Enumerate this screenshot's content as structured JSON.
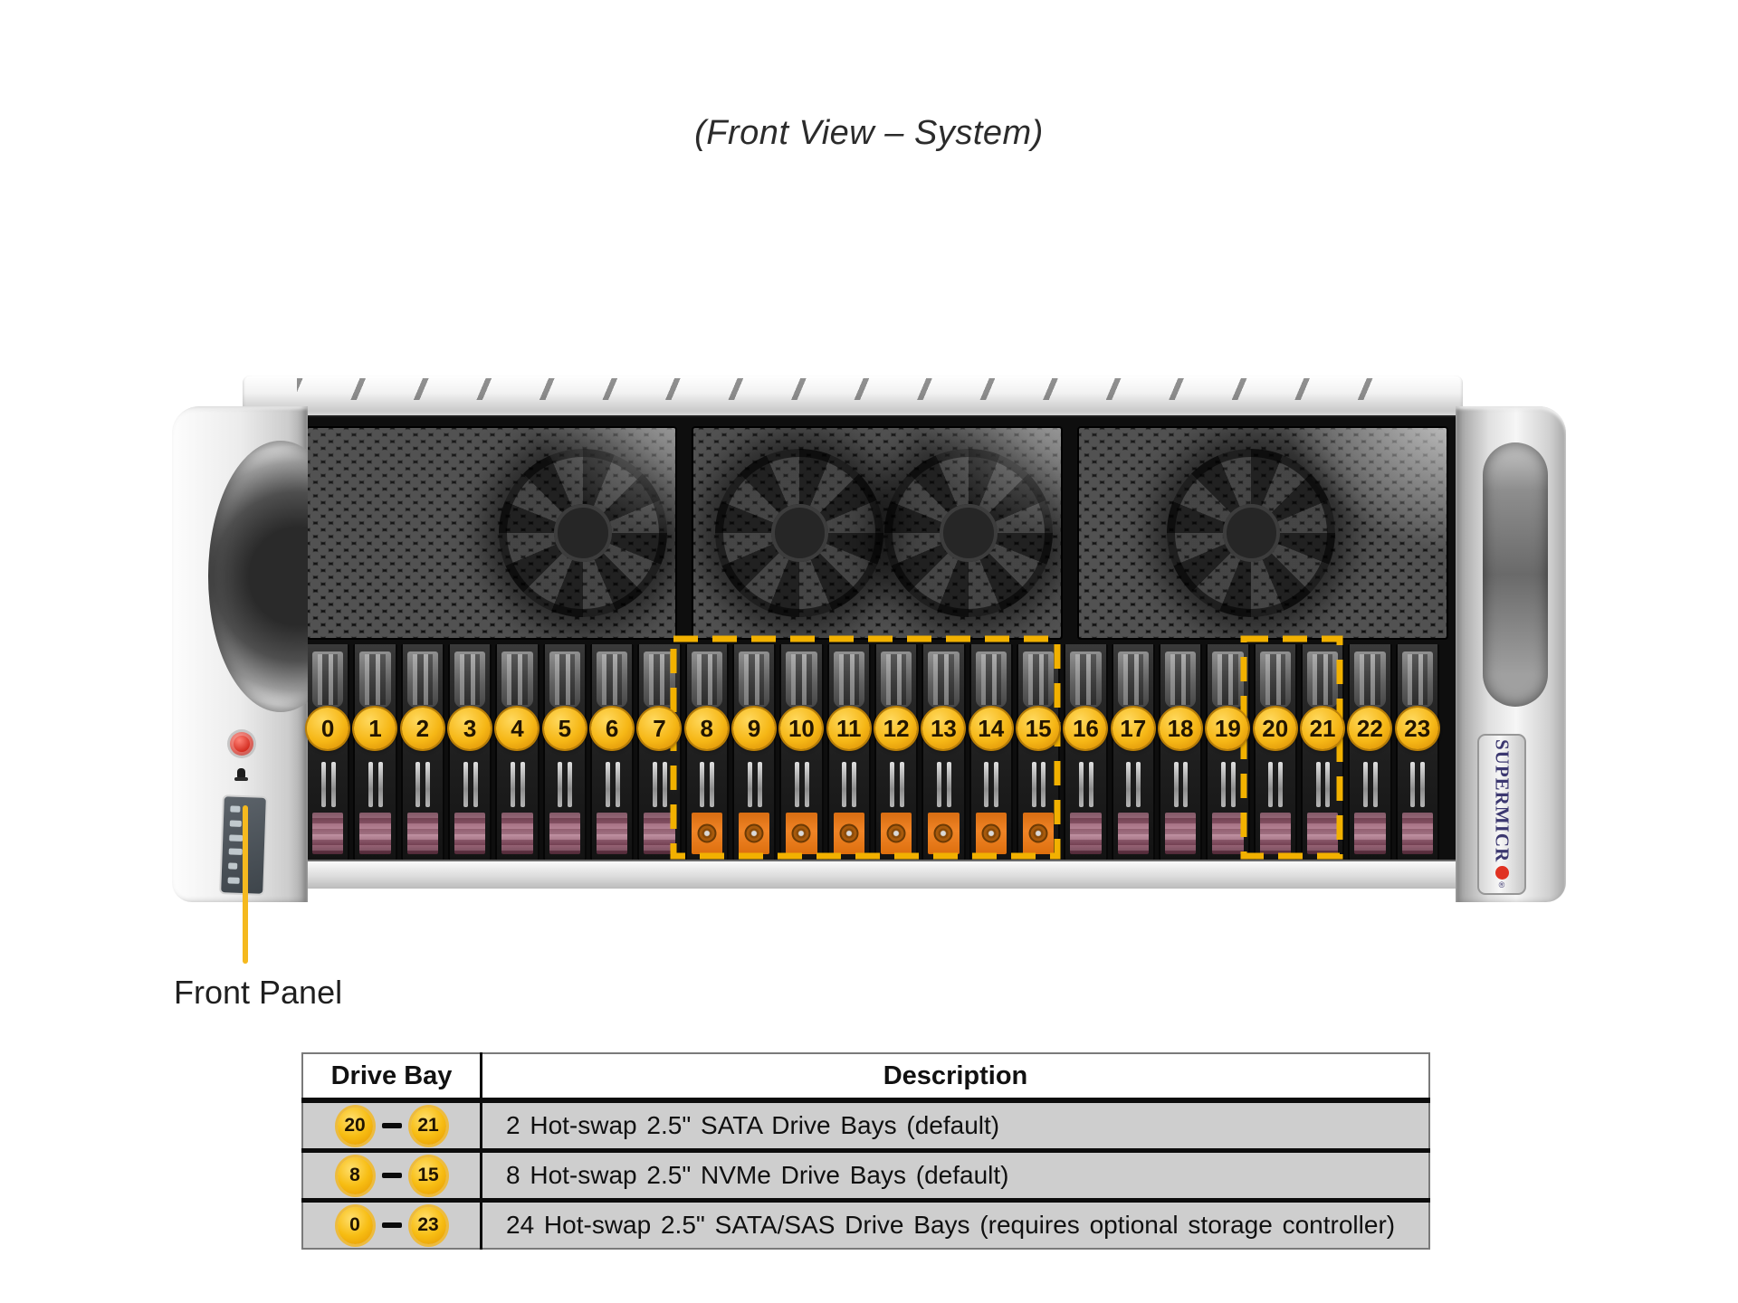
{
  "title": "(Front View – System)",
  "front_panel": {
    "label": "Front Panel"
  },
  "brand": {
    "text": "SUPERMICR",
    "registered": "®"
  },
  "server": {
    "bays": [
      {
        "num": "0",
        "type": "sata"
      },
      {
        "num": "1",
        "type": "sata"
      },
      {
        "num": "2",
        "type": "sata"
      },
      {
        "num": "3",
        "type": "sata"
      },
      {
        "num": "4",
        "type": "sata"
      },
      {
        "num": "5",
        "type": "sata"
      },
      {
        "num": "6",
        "type": "sata"
      },
      {
        "num": "7",
        "type": "sata"
      },
      {
        "num": "8",
        "type": "nvme"
      },
      {
        "num": "9",
        "type": "nvme"
      },
      {
        "num": "10",
        "type": "nvme"
      },
      {
        "num": "11",
        "type": "nvme"
      },
      {
        "num": "12",
        "type": "nvme"
      },
      {
        "num": "13",
        "type": "nvme"
      },
      {
        "num": "14",
        "type": "nvme"
      },
      {
        "num": "15",
        "type": "nvme"
      },
      {
        "num": "16",
        "type": "sata"
      },
      {
        "num": "17",
        "type": "sata"
      },
      {
        "num": "18",
        "type": "sata"
      },
      {
        "num": "19",
        "type": "sata"
      },
      {
        "num": "20",
        "type": "sata"
      },
      {
        "num": "21",
        "type": "sata"
      },
      {
        "num": "22",
        "type": "sata"
      },
      {
        "num": "23",
        "type": "sata"
      }
    ]
  },
  "table": {
    "headers": [
      "Drive Bay",
      "Description"
    ],
    "rows": [
      {
        "from": "20",
        "to": "21",
        "description": "2 Hot-swap 2.5\" SATA Drive Bays (default)"
      },
      {
        "from": "8",
        "to": "15",
        "description": "8 Hot-swap 2.5\" NVMe Drive Bays (default)"
      },
      {
        "from": "0",
        "to": "23",
        "description": "24 Hot-swap 2.5\" SATA/SAS Drive Bays (requires optional storage controller)"
      }
    ]
  },
  "colors": {
    "badge_yellow": "#f6b716",
    "outline_yellow": "#f2b100",
    "nvme_latch_orange": "#f08426",
    "sata_latch_maroon": "#95566c",
    "leader_line": "#f5b91e",
    "brand_blue": "#3c3870",
    "brand_dot_red": "#e03222"
  }
}
